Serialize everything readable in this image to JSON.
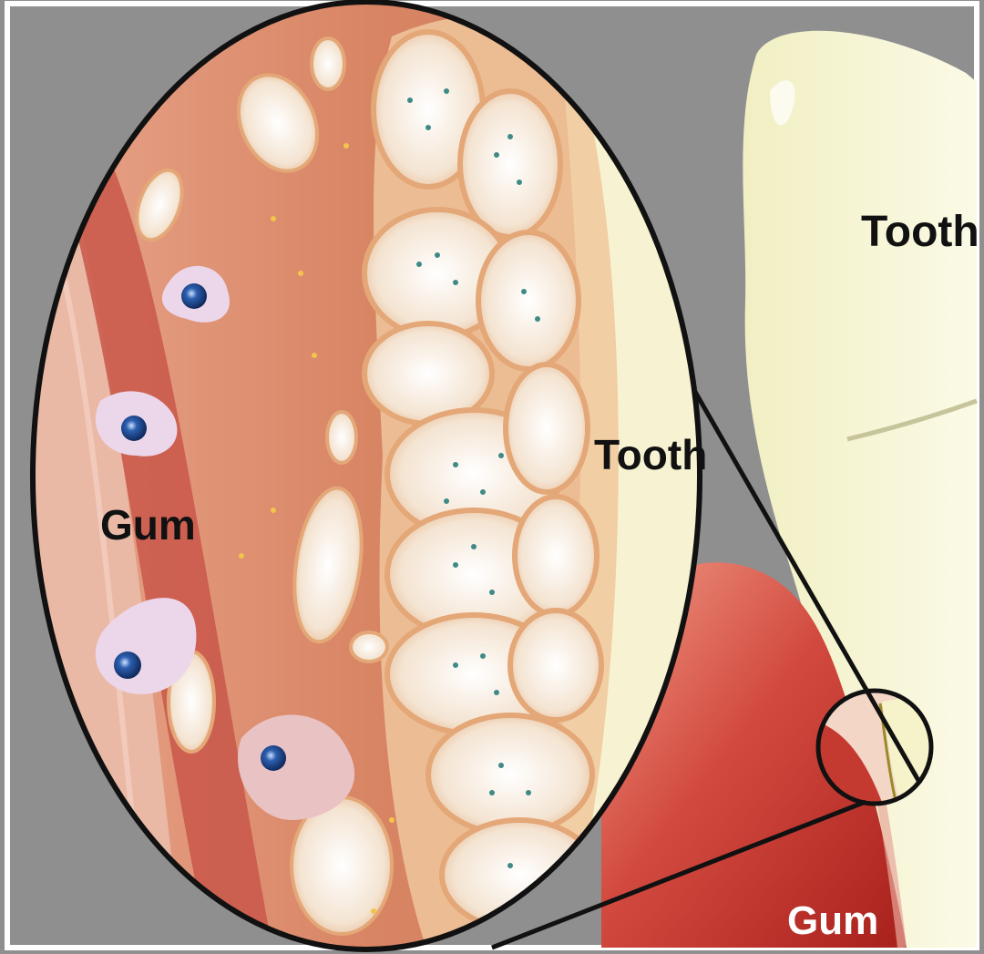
{
  "labels": {
    "tooth_main": "Tooth",
    "tooth_inset": "Tooth",
    "gum_inset": "Gum",
    "gum_main": "Gum"
  },
  "colors": {
    "background": "#8f8f8f",
    "tooth": "#f6f4d0",
    "gum": "#c8473d",
    "gum_dark": "#b0261f",
    "inset_tissue": "#d98a6c",
    "plaque": "#f0c79c",
    "bacteria_dot": "#3f8a86",
    "immune_cell": "#e8d4e8",
    "nucleus": "#2a57a8",
    "outline": "#111111"
  }
}
